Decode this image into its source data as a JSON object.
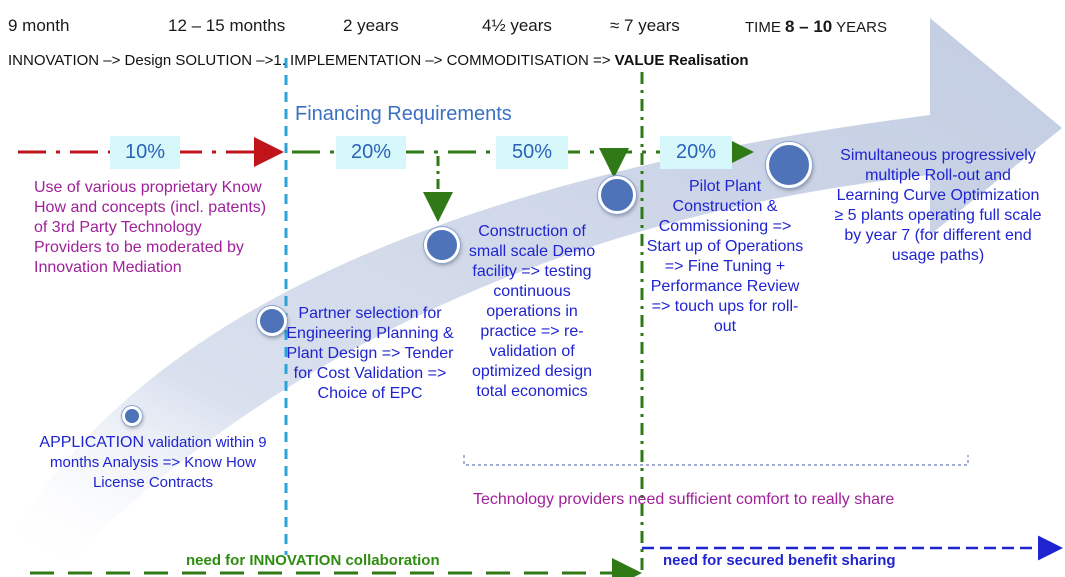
{
  "timeline": {
    "t1": "9 month",
    "t2": "12 – 15  months",
    "t3": "2 years",
    "t4": "4½ years",
    "t5": "≈ 7 years",
    "t6_prefix": "TIME ",
    "t6_bold": "8 – 10",
    "t6_suffix": " YEARS"
  },
  "phases": {
    "text": "INNOVATION –> Design SOLUTION –>1. IMPLEMENTATION –> COMMODITISATION => ",
    "bold": "VALUE Realisation"
  },
  "financing": {
    "title": "Financing Requirements",
    "pct1": "10%",
    "pct2": "20%",
    "pct3": "50%",
    "pct4": "20%"
  },
  "boxes": {
    "know_how": "Use of various proprietary Know How and concepts (incl. patents) of 3rd Party Technology Providers to be moderated by Innovation Mediation",
    "application_bold": "APPLICATION",
    "application_rest": " validation within 9 months Analysis => Know How License Contracts",
    "partner": "Partner selection for Engineering Planning & Plant Design => Tender for Cost Validation => Choice of EPC",
    "construction": "Construction of small scale Demo facility => testing continuous operations in practice => re-validation of optimized design total economics",
    "pilot": "Pilot Plant Construction & Commissioning => Start up of Operations => Fine Tuning + Performance Review => touch ups for roll-out",
    "rollout": "Simultaneous progressively multiple Roll-out and Learning Curve Optimization ≥ 5 plants operating full scale by year 7 (for different end usage paths)"
  },
  "bottom": {
    "comfort": "Technology providers need sufficient comfort to really share",
    "innovation_collab": "need for INNOVATION collaboration",
    "benefit_sharing": "need for secured benefit sharing"
  },
  "colors": {
    "arrow_fill": "#c5cfe4",
    "red": "#c0131a",
    "green": "#2f7a16",
    "cyan": "#2ba3d8",
    "blue": "#1f24d0",
    "purple": "#a0219a",
    "node": "#4f73b9"
  }
}
